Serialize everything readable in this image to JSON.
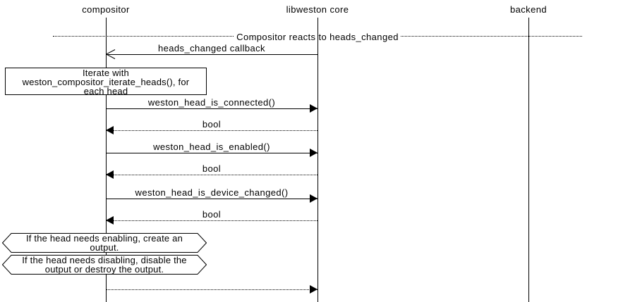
{
  "actors": [
    {
      "label": "compositor"
    },
    {
      "label": "libweston core"
    },
    {
      "label": "backend"
    }
  ],
  "divider": {
    "label": "Compositor reacts to heads_changed"
  },
  "messages": [
    {
      "label": "heads_changed callback",
      "from": "libweston core",
      "to": "compositor",
      "line": "solid",
      "arrowhead": "open"
    },
    {
      "label": "weston_head_is_connected()",
      "from": "compositor",
      "to": "libweston core",
      "line": "solid",
      "arrowhead": "filled"
    },
    {
      "label": "bool",
      "from": "libweston core",
      "to": "compositor",
      "line": "dotted",
      "arrowhead": "filled"
    },
    {
      "label": "weston_head_is_enabled()",
      "from": "compositor",
      "to": "libweston core",
      "line": "solid",
      "arrowhead": "filled"
    },
    {
      "label": "bool",
      "from": "libweston core",
      "to": "compositor",
      "line": "dotted",
      "arrowhead": "filled"
    },
    {
      "label": "weston_head_is_device_changed()",
      "from": "compositor",
      "to": "libweston core",
      "line": "solid",
      "arrowhead": "filled"
    },
    {
      "label": "bool",
      "from": "libweston core",
      "to": "compositor",
      "line": "dotted",
      "arrowhead": "filled"
    },
    {
      "label": "",
      "from": "compositor",
      "to": "libweston core",
      "line": "dotted",
      "arrowhead": "filled"
    }
  ],
  "notes": {
    "iterate": {
      "lines": [
        "Iterate with",
        "weston_compositor_iterate_heads(), for",
        "each head"
      ]
    },
    "enable": {
      "lines": [
        "If the head needs enabling, create an",
        "output."
      ]
    },
    "disable": {
      "lines": [
        "If the head needs disabling, disable the",
        "output or destroy the output."
      ]
    }
  },
  "colors": {
    "line": "#000000",
    "background": "#ffffff",
    "text": "#000000"
  }
}
